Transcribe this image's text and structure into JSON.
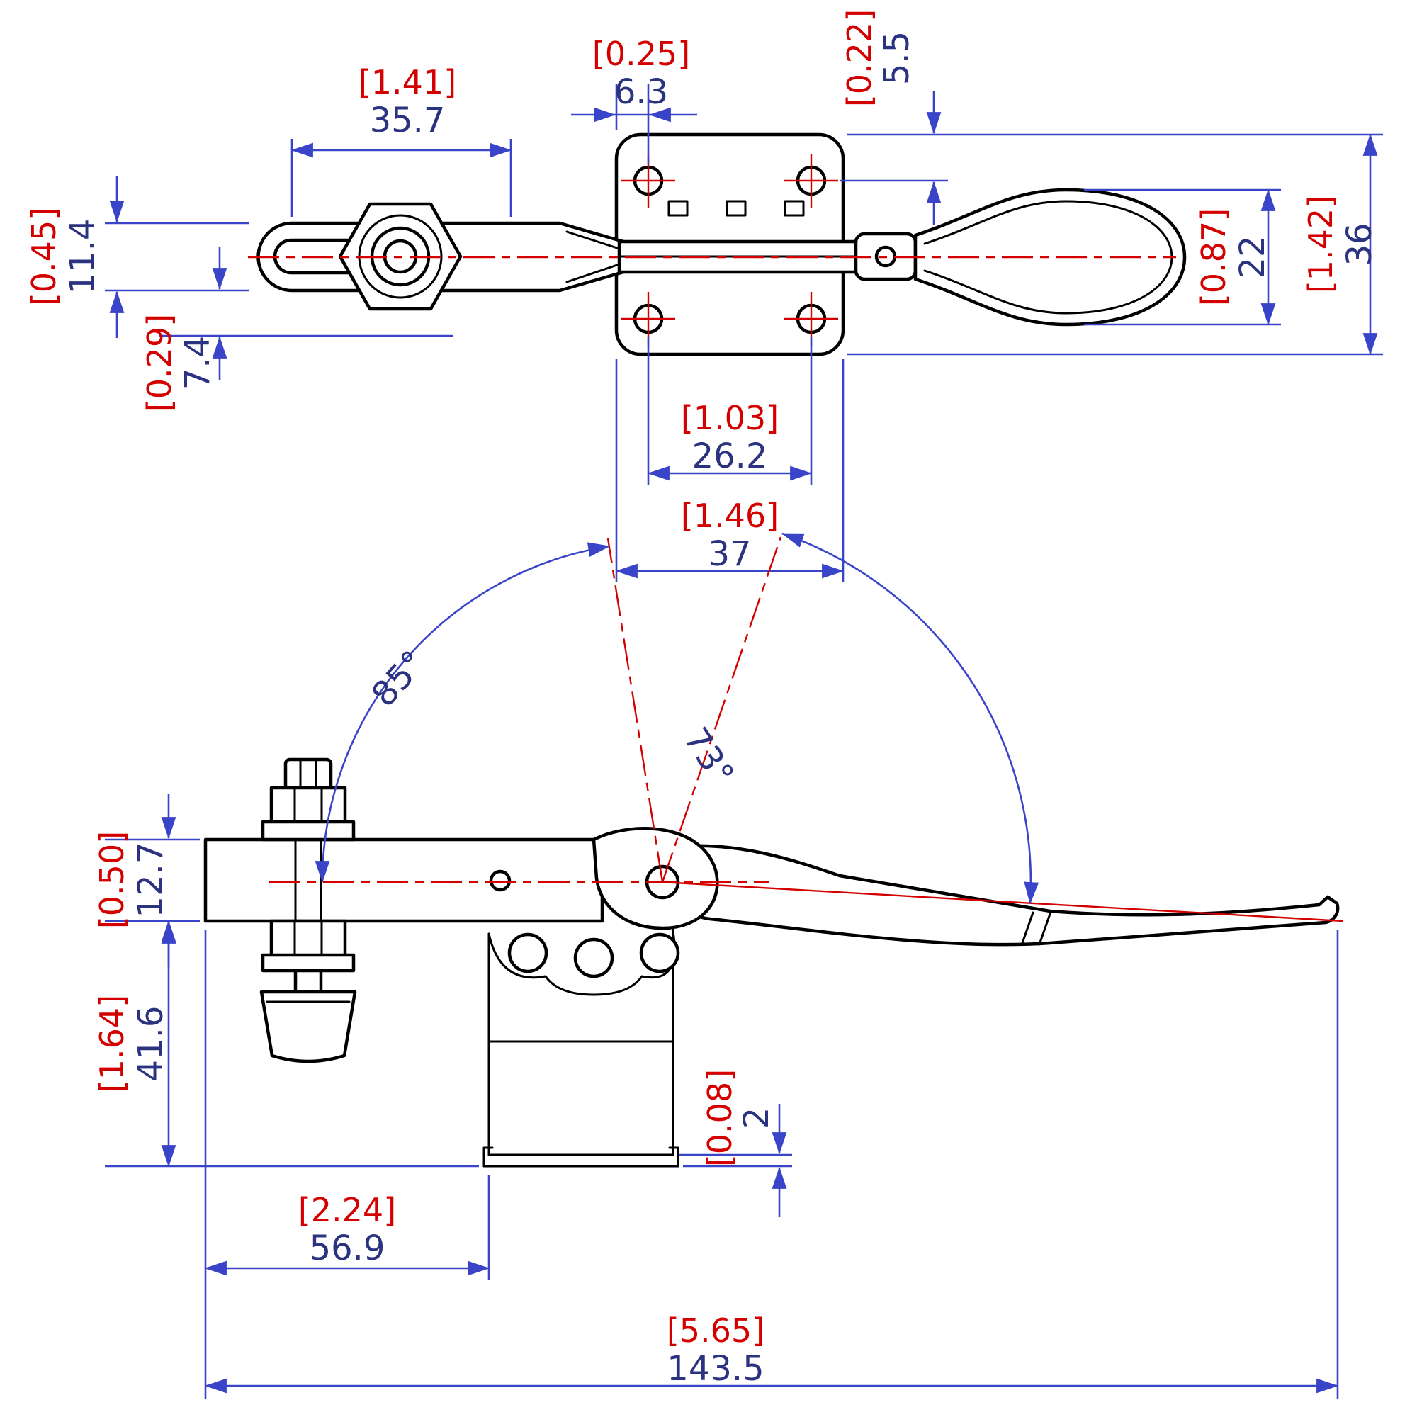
{
  "colors": {
    "background": "#ffffff",
    "geometry": "#000000",
    "dimension_line": "#3a44c8",
    "mm_text": "#2b3380",
    "inch_text": "#d40000",
    "centerline": "#d40000"
  },
  "top_view": {
    "dims": {
      "arm_length": {
        "inch": "[1.41]",
        "mm": "35.7"
      },
      "hole_offset_h": {
        "inch": "[0.25]",
        "mm": "6.3"
      },
      "hole_offset_v": {
        "inch": "[0.22]",
        "mm": "5.5"
      },
      "bar_width": {
        "inch": "[0.45]",
        "mm": "11.4"
      },
      "bar_plate_offset": {
        "inch": "[0.29]",
        "mm": "7.4"
      },
      "handle_width": {
        "inch": "[0.87]",
        "mm": "22"
      },
      "overall_width": {
        "inch": "[1.42]",
        "mm": "36"
      },
      "hole_spacing": {
        "inch": "[1.03]",
        "mm": "26.2"
      },
      "plate_width": {
        "inch": "[1.46]",
        "mm": "37"
      }
    }
  },
  "side_view": {
    "angles": {
      "bar_opening": "85°",
      "handle_travel": "73°"
    },
    "dims": {
      "bar_height": {
        "inch": "[0.50]",
        "mm": "12.7"
      },
      "base_height": {
        "inch": "[1.64]",
        "mm": "41.6"
      },
      "base_thickness": {
        "inch": "[0.08]",
        "mm": "2"
      },
      "bar_reach": {
        "inch": "[2.24]",
        "mm": "56.9"
      },
      "overall_length": {
        "inch": "[5.65]",
        "mm": "143.5"
      }
    }
  }
}
